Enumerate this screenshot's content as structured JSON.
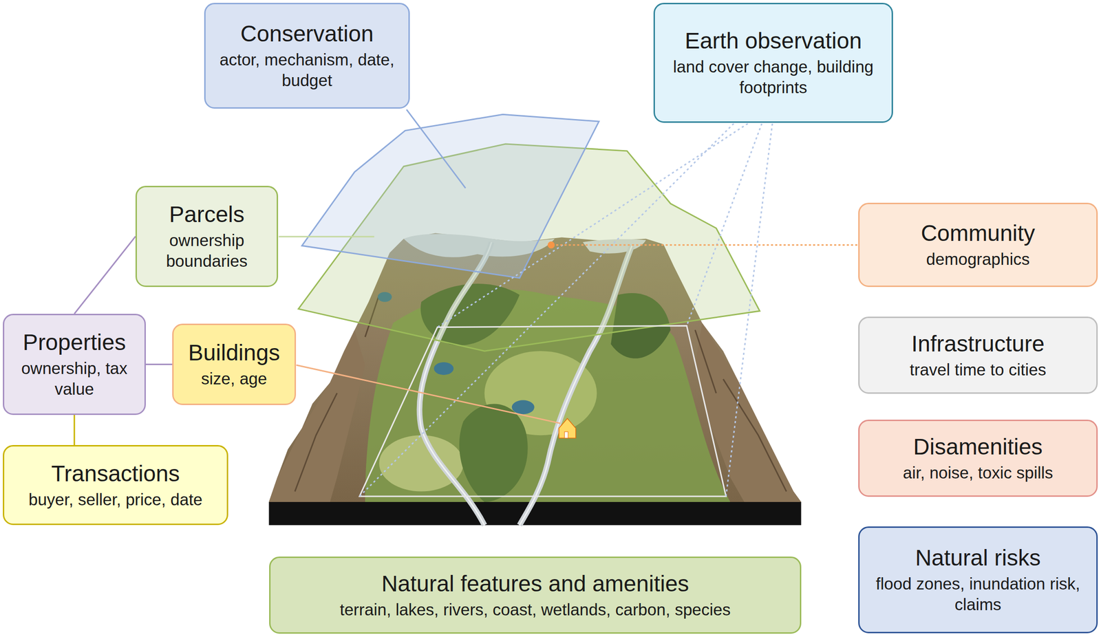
{
  "diagram": {
    "nodes": [
      {
        "text": [
          "Conservation",
          "actor, mechanism, date, budget"
        ]
      },
      {
        "text": [
          "Earth observation",
          "land cover change, building footprints"
        ]
      },
      {
        "text": [
          "Parcels",
          "ownership boundaries"
        ]
      },
      {
        "text": [
          "Community",
          "demographics"
        ]
      },
      {
        "text": [
          "Properties",
          "ownership, tax value"
        ]
      },
      {
        "text": [
          "Infrastructure",
          "travel time to cities"
        ]
      },
      {
        "text": [
          "Buildings",
          "size, age"
        ]
      },
      {
        "text": [
          "Disamenities",
          "air, noise, toxic spills"
        ]
      },
      {
        "text": [
          "Transactions",
          "buyer, seller, price, date"
        ]
      },
      {
        "text": [
          "Natural risks",
          "flood zones, inundation risk, claims"
        ]
      },
      {
        "text": [
          "Natural features and amenities",
          "terrain, lakes, rivers, coast, wetlands, carbon, species"
        ]
      }
    ],
    "edges": [
      {
        "from": 4,
        "to": 2,
        "arrow": "none"
      },
      {
        "from": 4,
        "to": 6,
        "arrow": "none"
      },
      {
        "from": 4,
        "to": 8,
        "arrow": "none"
      }
    ]
  }
}
